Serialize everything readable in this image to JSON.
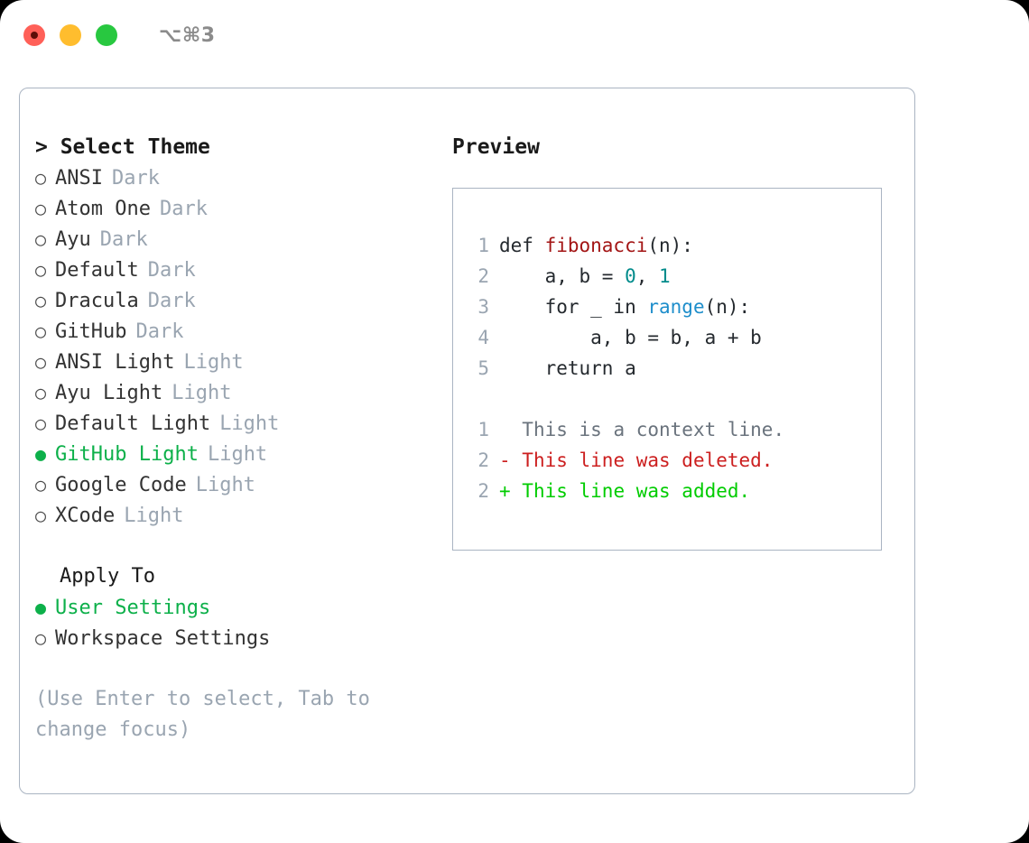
{
  "titlebar": {
    "shortcut": "⌥⌘3",
    "lights": [
      {
        "name": "close",
        "color": "#ff6058"
      },
      {
        "name": "minimize",
        "color": "#ffbd2e"
      },
      {
        "name": "maximize",
        "color": "#28c840"
      }
    ]
  },
  "theme_picker": {
    "header": "> Select Theme",
    "selected_bullet": "●",
    "unselected_bullet": "○",
    "items": [
      {
        "name": "ANSI",
        "variant": "Dark",
        "selected": false
      },
      {
        "name": "Atom One",
        "variant": "Dark",
        "selected": false
      },
      {
        "name": "Ayu",
        "variant": "Dark",
        "selected": false
      },
      {
        "name": "Default",
        "variant": "Dark",
        "selected": false
      },
      {
        "name": "Dracula",
        "variant": "Dark",
        "selected": false
      },
      {
        "name": "GitHub",
        "variant": "Dark",
        "selected": false
      },
      {
        "name": "ANSI Light",
        "variant": "Light",
        "selected": false
      },
      {
        "name": "Ayu Light",
        "variant": "Light",
        "selected": false
      },
      {
        "name": "Default Light",
        "variant": "Light",
        "selected": false
      },
      {
        "name": "GitHub Light",
        "variant": "Light",
        "selected": true
      },
      {
        "name": "Google Code",
        "variant": "Light",
        "selected": false
      },
      {
        "name": "XCode",
        "variant": "Light",
        "selected": false
      }
    ]
  },
  "apply_to": {
    "header": "Apply To",
    "items": [
      {
        "name": "User Settings",
        "selected": true
      },
      {
        "name": "Workspace Settings",
        "selected": false
      }
    ]
  },
  "hint": "(Use Enter to select, Tab to change focus)",
  "preview": {
    "title": "Preview",
    "code_lines": [
      {
        "no": "1",
        "tokens": [
          {
            "t": "def ",
            "c": "plain"
          },
          {
            "t": "fibonacci",
            "c": "fn"
          },
          {
            "t": "(n):",
            "c": "plain"
          }
        ]
      },
      {
        "no": "2",
        "tokens": [
          {
            "t": "    a, b = ",
            "c": "plain"
          },
          {
            "t": "0",
            "c": "num"
          },
          {
            "t": ", ",
            "c": "plain"
          },
          {
            "t": "1",
            "c": "num"
          }
        ]
      },
      {
        "no": "3",
        "tokens": [
          {
            "t": "    for _ in ",
            "c": "plain"
          },
          {
            "t": "range",
            "c": "call"
          },
          {
            "t": "(n):",
            "c": "plain"
          }
        ]
      },
      {
        "no": "4",
        "tokens": [
          {
            "t": "        a, b = b, a + b",
            "c": "plain"
          }
        ]
      },
      {
        "no": "5",
        "tokens": [
          {
            "t": "    return a",
            "c": "plain"
          }
        ]
      }
    ],
    "diff_lines": [
      {
        "no": "1",
        "marker": " ",
        "text": "This is a context line.",
        "kind": "context"
      },
      {
        "no": "2",
        "marker": "-",
        "text": "This line was deleted.",
        "kind": "del"
      },
      {
        "no": "2",
        "marker": "+",
        "text": "This line was added.",
        "kind": "add"
      }
    ]
  },
  "colors": {
    "accent_green": "#0db04a",
    "muted": "#9aa5b1",
    "border": "#aab4c2",
    "diff_add": "#00cc00",
    "diff_del": "#cc1f1f",
    "syntax_function": "#a31515",
    "syntax_number": "#008b8b",
    "syntax_call": "#1e8ecb"
  }
}
